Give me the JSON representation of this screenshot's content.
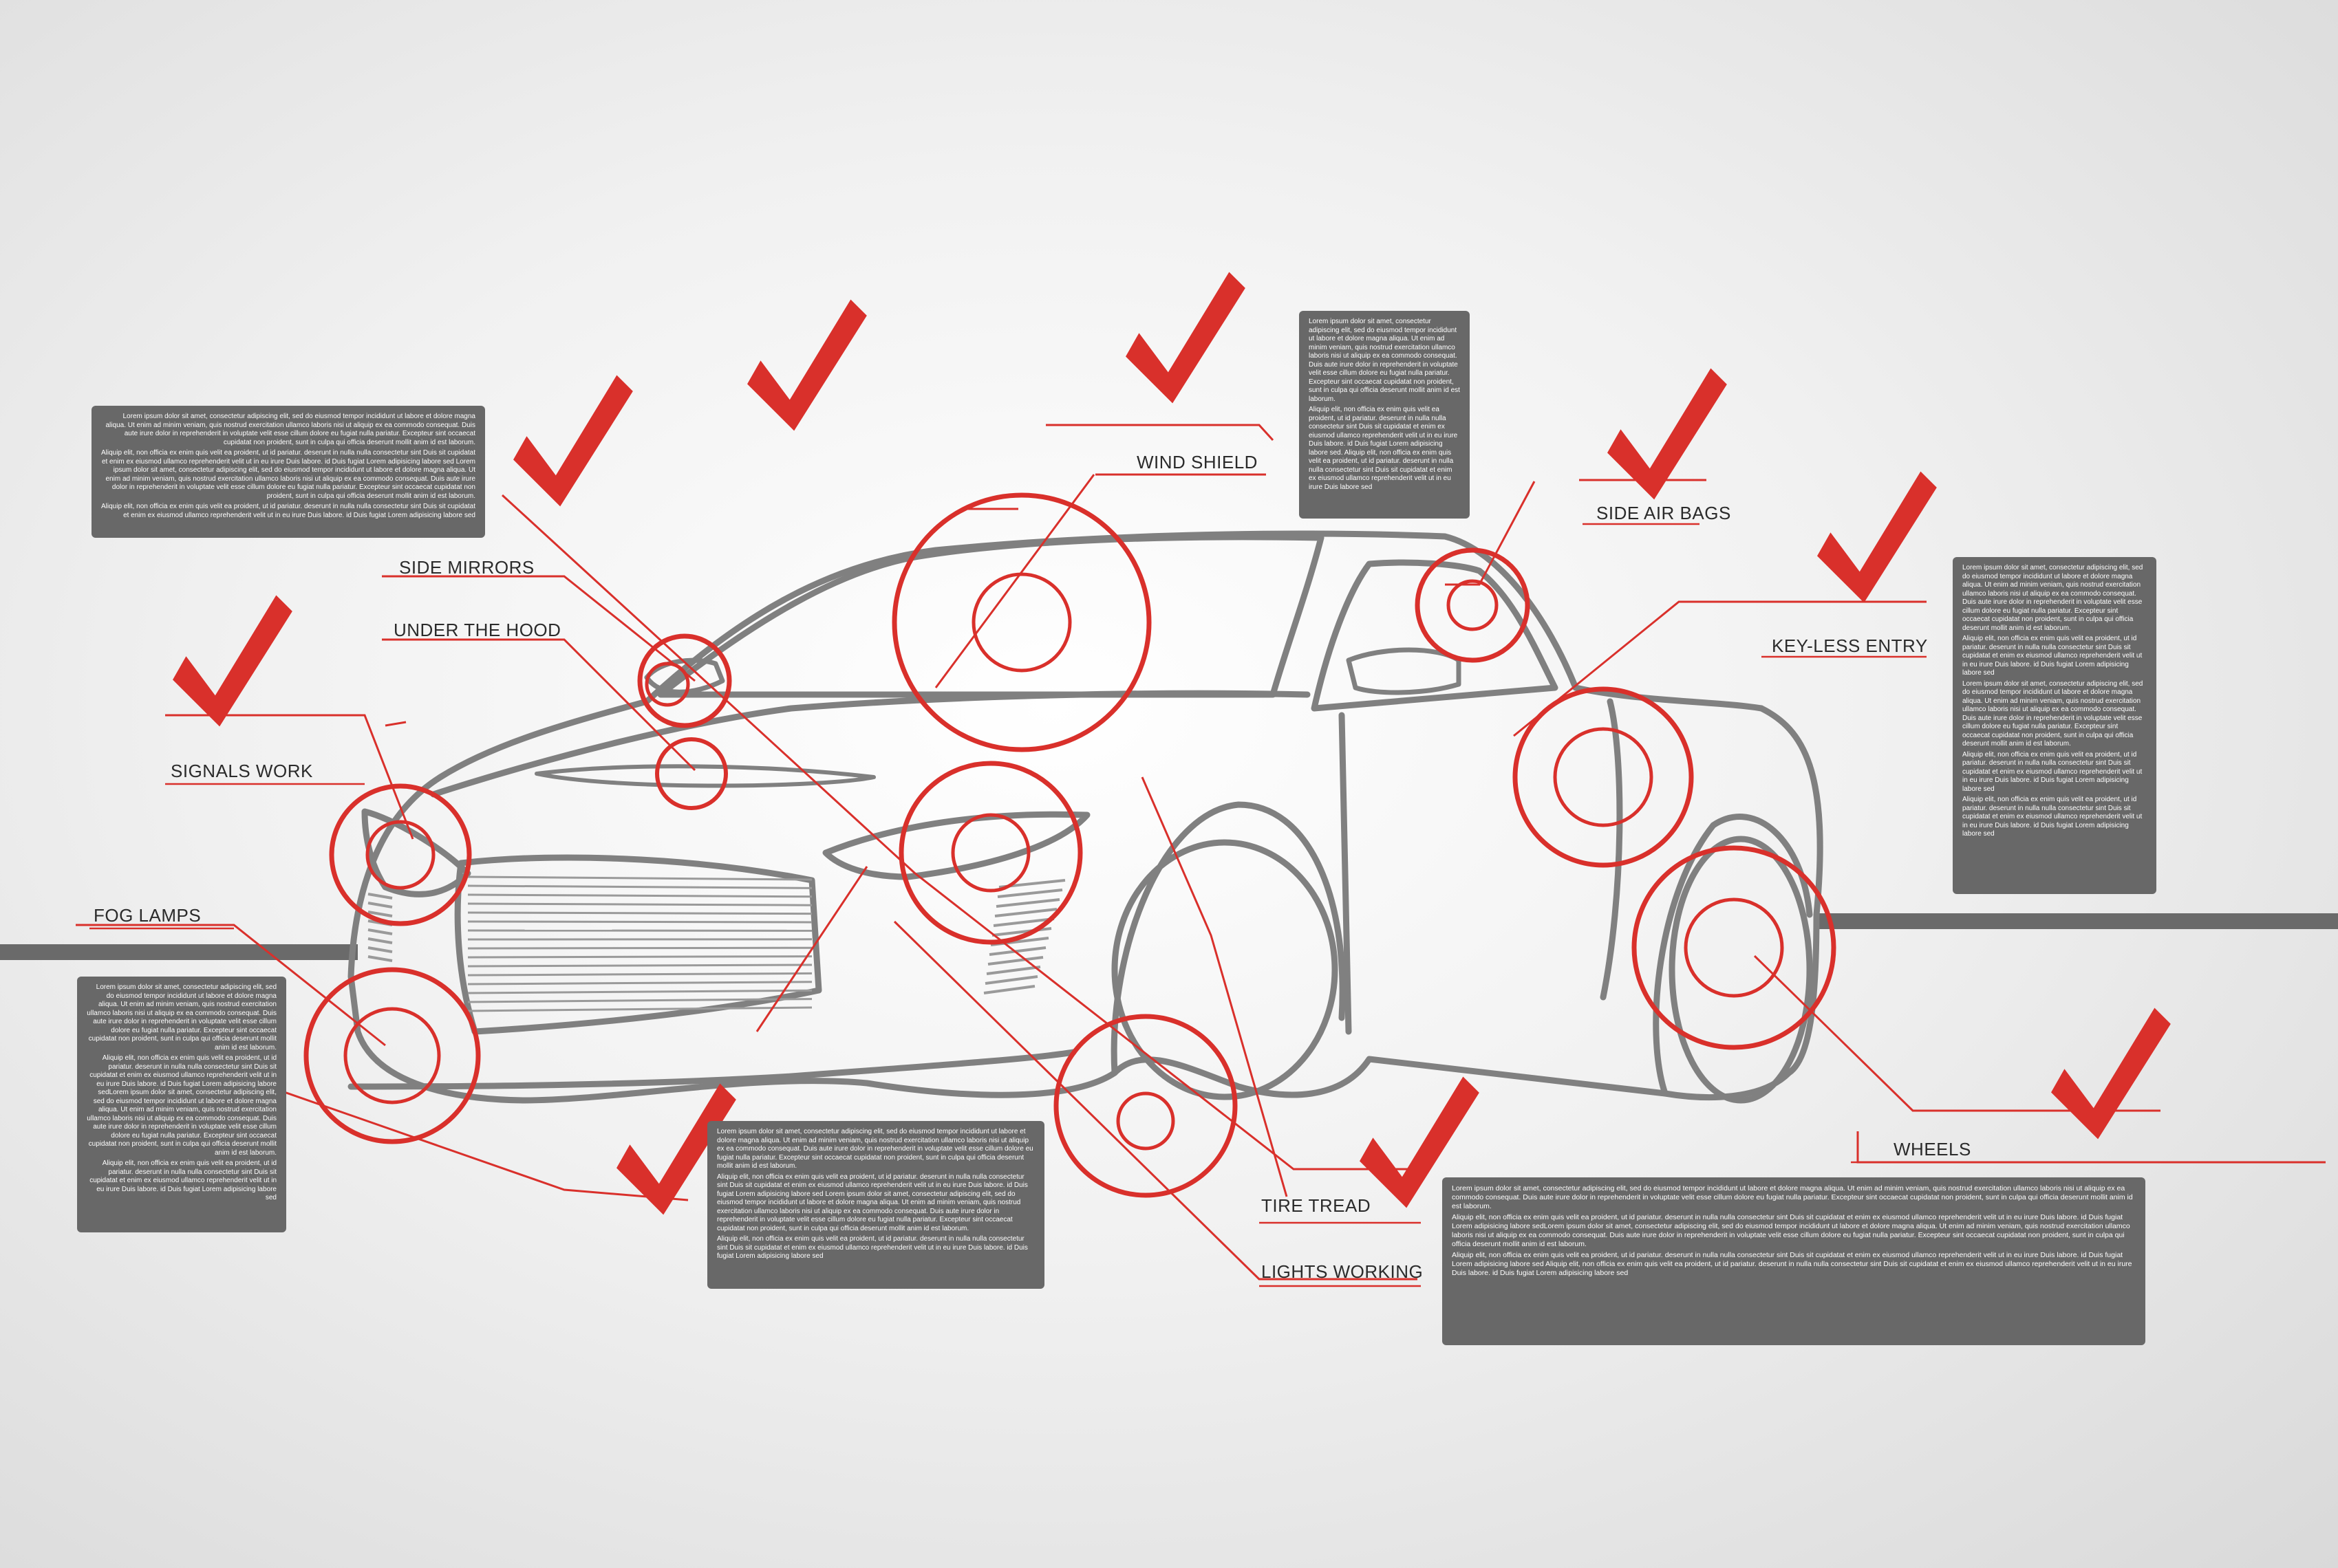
{
  "labels": {
    "wind_shield": "WIND SHIELD",
    "side_mirrors": "SIDE MIRRORS",
    "under_the_hood": "UNDER THE HOOD",
    "signals_work": "SIGNALS WORK",
    "fog_lamps": "FOG LAMPS",
    "side_air_bags": "SIDE AIR BAGS",
    "key_less_entry": "KEY-LESS ENTRY",
    "wheels": "WHEELS",
    "tire_tread": "TIRE TREAD",
    "lights_working": "LIGHTS WORKING"
  },
  "textboxes": {
    "top_left": [
      "Lorem ipsum dolor sit amet, consectetur adipiscing elit, sed do eiusmod tempor incididunt ut labore et dolore magna aliqua. Ut enim ad minim veniam, quis nostrud exercitation ullamco laboris nisi ut aliquip ex ea commodo consequat. Duis aute irure dolor in reprehenderit in voluptate velit esse cillum dolore eu fugiat nulla pariatur. Excepteur sint occaecat cupidatat non proident, sunt in culpa qui officia deserunt mollit anim id est laborum.",
      "Aliquip elit, non officia ex enim quis velit ea proident, ut id pariatur. deserunt in nulla nulla consectetur sint Duis sit cupidatat et enim ex eiusmod ullamco reprehenderit velit ut in eu irure Duis labore. id Duis fugiat Lorem adipisicing labore sed Lorem ipsum dolor sit amet, consectetur adipiscing elit, sed do eiusmod tempor incididunt ut labore et dolore magna aliqua. Ut enim ad minim veniam, quis nostrud exercitation ullamco laboris nisi ut aliquip ex ea commodo consequat. Duis aute irure dolor in reprehenderit in voluptate velit esse cillum dolore eu fugiat nulla pariatur. Excepteur sint occaecat cupidatat non proident, sunt in culpa qui officia deserunt mollit anim id est laborum.",
      "Aliquip elit, non officia ex enim quis velit ea proident, ut id pariatur. deserunt in nulla nulla consectetur sint Duis sit cupidatat et enim ex eiusmod ullamco reprehenderit velit ut in eu irure Duis labore. id Duis fugiat Lorem adipisicing labore sed"
    ],
    "top_center": [
      "Lorem ipsum dolor sit amet, consectetur adipiscing elit, sed do eiusmod tempor incididunt ut labore et dolore magna aliqua. Ut enim ad minim veniam, quis nostrud exercitation ullamco laboris nisi ut aliquip ex ea commodo consequat. Duis aute irure dolor in reprehenderit in voluptate velit esse cillum dolore eu fugiat nulla pariatur. Excepteur sint occaecat cupidatat non proident, sunt in culpa qui officia deserunt mollit anim id est laborum.",
      "Aliquip elit, non officia ex enim quis velit ea proident, ut id pariatur. deserunt in nulla nulla consectetur sint Duis sit cupidatat et enim ex eiusmod ullamco reprehenderit velit ut in eu irure Duis labore. id Duis fugiat Lorem adipisicing labore sed. Aliquip elit, non officia ex enim quis velit ea proident, ut id pariatur. deserunt in nulla nulla consectetur sint Duis sit cupidatat et enim ex eiusmod ullamco reprehenderit velit ut in eu irure Duis labore sed"
    ],
    "right": [
      "Lorem ipsum dolor sit amet, consectetur adipiscing elit, sed do eiusmod tempor incididunt ut labore et dolore magna aliqua. Ut enim ad minim veniam, quis nostrud exercitation ullamco laboris nisi ut aliquip ex ea commodo consequat. Duis aute irure dolor in reprehenderit in voluptate velit esse cillum dolore eu fugiat nulla pariatur. Excepteur sint occaecat cupidatat non proident, sunt in culpa qui officia deserunt mollit anim id est laborum.",
      "Aliquip elit, non officia ex enim quis velit ea proident, ut id pariatur. deserunt in nulla nulla consectetur sint Duis sit cupidatat et enim ex eiusmod ullamco reprehenderit velit ut in eu irure Duis labore. id Duis fugiat Lorem adipisicing labore sed",
      "Lorem ipsum dolor sit amet, consectetur adipiscing elit, sed do eiusmod tempor incididunt ut labore et dolore magna aliqua. Ut enim ad minim veniam, quis nostrud exercitation ullamco laboris nisi ut aliquip ex ea commodo consequat. Duis aute irure dolor in reprehenderit in voluptate velit esse cillum dolore eu fugiat nulla pariatur. Excepteur sint occaecat cupidatat non proident, sunt in culpa qui officia deserunt mollit anim id est laborum.",
      "Aliquip elit, non officia ex enim quis velit ea proident, ut id pariatur. deserunt in nulla nulla consectetur sint Duis sit cupidatat et enim ex eiusmod ullamco reprehenderit velit ut in eu irure Duis labore. id Duis fugiat Lorem adipisicing labore sed",
      "Aliquip elit, non officia ex enim quis velit ea proident, ut id pariatur. deserunt in nulla nulla consectetur sint Duis sit cupidatat et enim ex eiusmod ullamco reprehenderit velit ut in eu irure Duis labore. id Duis fugiat Lorem adipisicing labore sed"
    ],
    "left": [
      "Lorem ipsum dolor sit amet, consectetur adipiscing elit, sed do eiusmod tempor incididunt ut labore et dolore magna aliqua. Ut enim ad minim veniam, quis nostrud exercitation ullamco laboris nisi ut aliquip ex ea commodo consequat. Duis aute irure dolor in reprehenderit in voluptate velit esse cillum dolore eu fugiat nulla pariatur. Excepteur sint occaecat cupidatat non proident, sunt in culpa qui officia deserunt mollit anim id est laborum.",
      "Aliquip elit, non officia ex enim quis velit ea proident, ut id pariatur. deserunt in nulla nulla consectetur sint Duis sit cupidatat et enim ex eiusmod ullamco reprehenderit velit ut in eu irure Duis labore. id Duis fugiat Lorem adipisicing labore sedLorem ipsum dolor sit amet, consectetur adipiscing elit, sed do eiusmod tempor incididunt ut labore et dolore magna aliqua. Ut enim ad minim veniam, quis nostrud exercitation ullamco laboris nisi ut aliquip ex ea commodo consequat. Duis aute irure dolor in reprehenderit in voluptate velit esse cillum dolore eu fugiat nulla pariatur. Excepteur sint occaecat cupidatat non proident, sunt in culpa qui officia deserunt mollit anim id est laborum.",
      "Aliquip elit, non officia ex enim quis velit ea proident, ut id pariatur. deserunt in nulla nulla consectetur sint Duis sit cupidatat et enim ex eiusmod ullamco reprehenderit velit ut in eu irure Duis labore. id Duis fugiat Lorem adipisicing labore sed"
    ],
    "bottom_center": [
      "Lorem ipsum dolor sit amet, consectetur adipiscing elit, sed do eiusmod tempor incididunt ut labore et dolore magna aliqua. Ut enim ad minim veniam, quis nostrud exercitation ullamco laboris nisi ut aliquip ex ea commodo consequat. Duis aute irure dolor in reprehenderit in voluptate velit esse cillum dolore eu fugiat nulla pariatur. Excepteur sint occaecat cupidatat non proident, sunt in culpa qui officia deserunt mollit anim id est laborum.",
      "Aliquip elit, non officia ex enim quis velit ea proident, ut id pariatur. deserunt in nulla nulla consectetur sint Duis sit cupidatat et enim ex eiusmod ullamco reprehenderit velit ut in eu irure Duis labore. id Duis fugiat Lorem adipisicing labore sed Lorem ipsum dolor sit amet, consectetur adipiscing elit, sed do eiusmod tempor incididunt ut labore et dolore magna aliqua. Ut enim ad minim veniam, quis nostrud exercitation ullamco laboris nisi ut aliquip ex ea commodo consequat. Duis aute irure dolor in reprehenderit in voluptate velit esse cillum dolore eu fugiat nulla pariatur. Excepteur sint occaecat cupidatat non proident, sunt in culpa qui officia deserunt mollit anim id est laborum.",
      "Aliquip elit, non officia ex enim quis velit ea proident, ut id pariatur. deserunt in nulla nulla consectetur sint Duis sit cupidatat et enim ex eiusmod ullamco reprehenderit velit ut in eu irure Duis labore. id Duis fugiat Lorem adipisicing labore sed"
    ],
    "bottom_right": [
      "Lorem ipsum dolor sit amet, consectetur adipiscing elit, sed do eiusmod tempor incididunt ut labore et dolore magna aliqua. Ut enim ad minim veniam, quis nostrud exercitation ullamco laboris nisi ut aliquip ex ea commodo consequat. Duis aute irure dolor in reprehenderit in voluptate velit esse cillum dolore eu fugiat nulla pariatur. Excepteur sint occaecat cupidatat non proident, sunt in culpa qui officia deserunt mollit anim id est laborum.",
      "Aliquip elit, non officia ex enim quis velit ea proident, ut id pariatur. deserunt in nulla nulla consectetur sint Duis sit cupidatat et enim ex eiusmod ullamco reprehenderit velit ut in eu irure Duis labore. id Duis fugiat Lorem adipisicing labore sedLorem ipsum dolor sit amet, consectetur adipiscing elit, sed do eiusmod tempor incididunt ut labore et dolore magna aliqua. Ut enim ad minim veniam, quis nostrud exercitation ullamco laboris nisi ut aliquip ex ea commodo consequat. Duis aute irure dolor in reprehenderit in voluptate velit esse cillum dolore eu fugiat nulla pariatur. Excepteur sint occaecat cupidatat non proident, sunt in culpa qui officia deserunt mollit anim id est laborum.",
      "Aliquip elit, non officia ex enim quis velit ea proident, ut id pariatur. deserunt in nulla nulla consectetur sint Duis sit cupidatat et enim ex eiusmod ullamco reprehenderit velit ut in eu irure Duis labore. id Duis fugiat Lorem adipisicing labore sed Aliquip elit, non officia ex enim quis velit ea proident, ut id pariatur. deserunt in nulla nulla consectetur sint Duis sit cupidatat et enim ex eiusmod ullamco reprehenderit velit ut in eu irure Duis labore. id Duis fugiat Lorem adipisicing labore sed"
    ]
  },
  "colors": {
    "accent_red": "#d9302b",
    "outline_gray": "#808080",
    "textbox_gray": "#686868",
    "label_text": "#2b2b2b"
  },
  "icons": {
    "checkmark": "check-icon"
  }
}
